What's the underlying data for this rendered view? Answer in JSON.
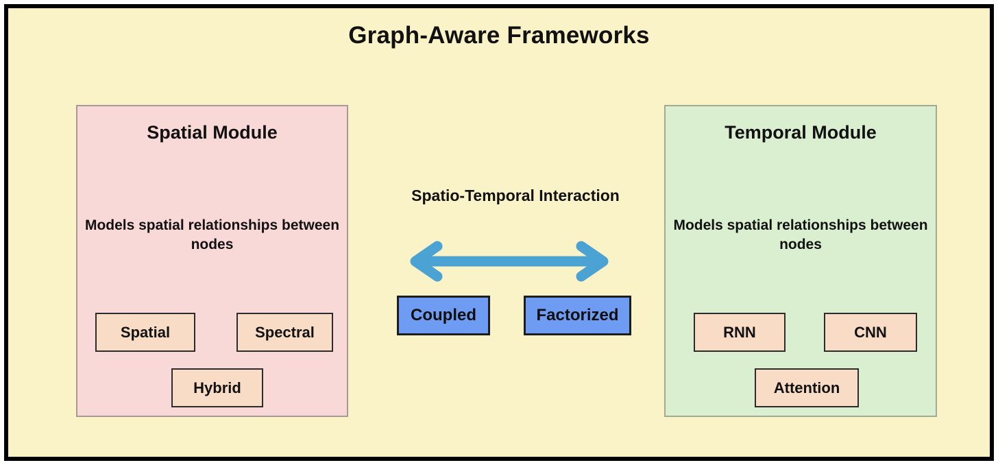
{
  "diagram": {
    "title": "Graph-Aware Frameworks",
    "background_color": "#fbf3c8",
    "border_color": "#000000"
  },
  "spatial_module": {
    "title": "Spatial Module",
    "description": "Models spatial relationships between nodes",
    "panel_color": "#f9d8d8",
    "chips": [
      {
        "label": "Spatial"
      },
      {
        "label": "Spectral"
      },
      {
        "label": "Hybrid"
      }
    ]
  },
  "temporal_module": {
    "title": "Temporal Module",
    "description": "Models spatial relationships between nodes",
    "panel_color": "#daeed0",
    "chips": [
      {
        "label": "RNN"
      },
      {
        "label": "CNN"
      },
      {
        "label": "Attention"
      }
    ]
  },
  "interaction": {
    "label": "Spatio-Temporal Interaction",
    "arrow_icon": "double-headed-arrow-icon",
    "arrow_color": "#4ba3d3",
    "modes": [
      {
        "label": "Coupled",
        "color": "#6e9cf3"
      },
      {
        "label": "Factorized",
        "color": "#6e9cf3"
      }
    ]
  }
}
